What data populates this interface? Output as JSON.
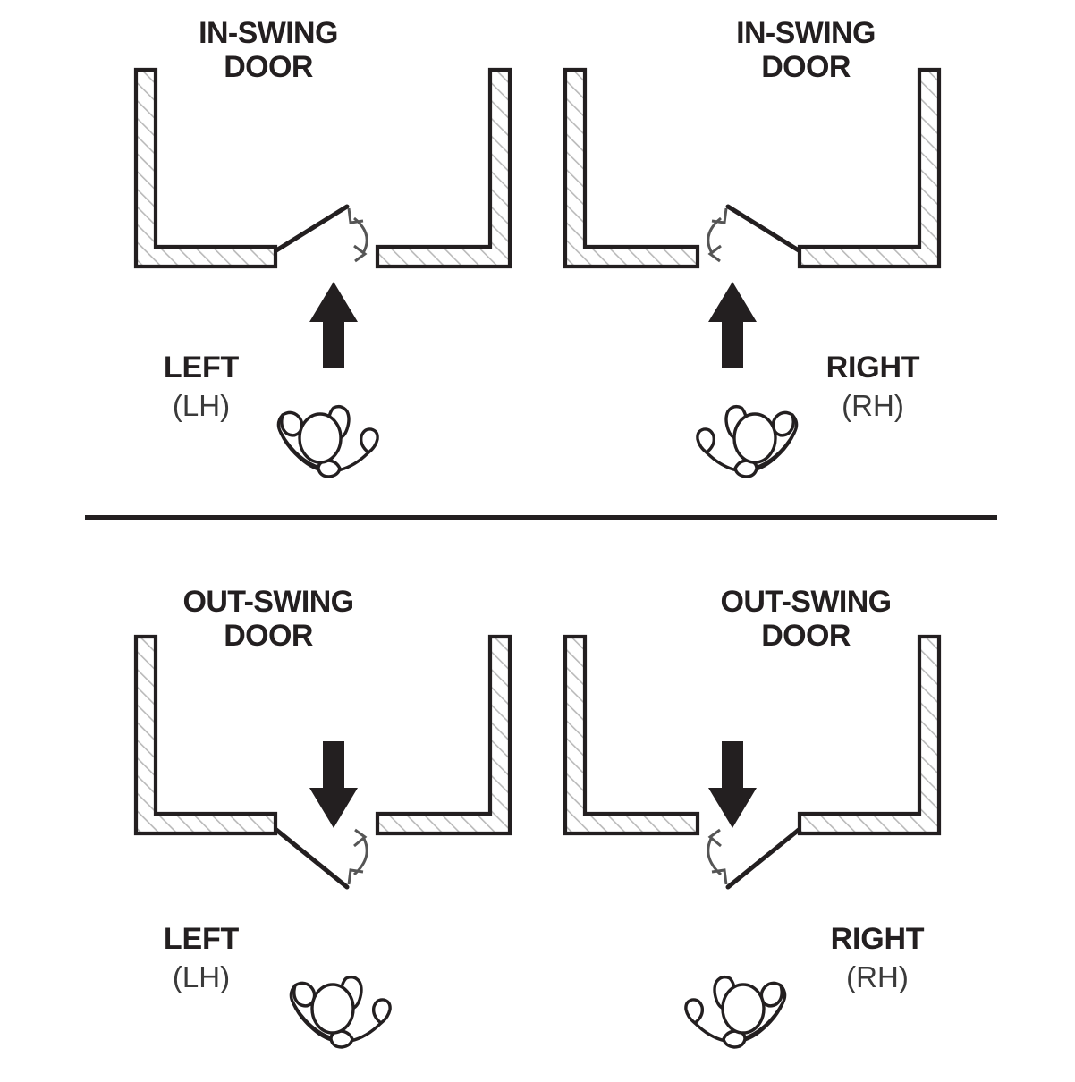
{
  "figure": {
    "title": "Door handing / swing direction reference",
    "background_color": "#ffffff",
    "ink_color": "#231f20",
    "hatch_color": "#b9b9b9",
    "swing_arrow_color": "#4a4a4a"
  },
  "divider": {
    "name": "section-divider"
  },
  "panels": [
    {
      "id": "in-swing-left",
      "title": "IN-SWING\nDOOR",
      "swing": "in",
      "hand": "left",
      "hand_label": "LEFT",
      "hand_abbrev": "(LH)",
      "direction_arrow": "up-arrow-icon",
      "hand_icon": "left-hand-icon"
    },
    {
      "id": "in-swing-right",
      "title": "IN-SWING\nDOOR",
      "swing": "in",
      "hand": "right",
      "hand_label": "RIGHT",
      "hand_abbrev": "(RH)",
      "direction_arrow": "up-arrow-icon",
      "hand_icon": "right-hand-icon"
    },
    {
      "id": "out-swing-left",
      "title": "OUT-SWING\nDOOR",
      "swing": "out",
      "hand": "left",
      "hand_label": "LEFT",
      "hand_abbrev": "(LH)",
      "direction_arrow": "down-arrow-icon",
      "hand_icon": "left-hand-icon"
    },
    {
      "id": "out-swing-right",
      "title": "OUT-SWING\nDOOR",
      "swing": "out",
      "hand": "right",
      "hand_label": "RIGHT",
      "hand_abbrev": "(RH)",
      "direction_arrow": "down-arrow-icon",
      "hand_icon": "right-hand-icon"
    }
  ]
}
